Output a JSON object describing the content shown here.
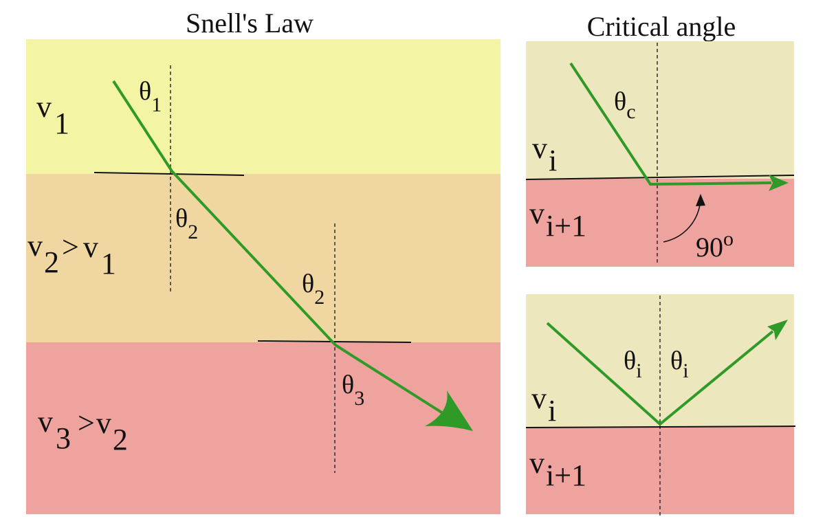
{
  "titles": {
    "left": "Snell's Law",
    "right": "Critical angle"
  },
  "left_panel": {
    "layer1": {
      "v": "v",
      "sub": "1"
    },
    "layer2": {
      "v": "v",
      "sub": "2",
      "rel": ">",
      "v2": "v",
      "sub2": "1"
    },
    "layer3": {
      "v": "v",
      "sub": "3",
      "rel": ">",
      "v2": "v",
      "sub2": "2"
    },
    "theta1": {
      "sym": "θ",
      "sub": "1"
    },
    "theta2a": {
      "sym": "θ",
      "sub": "2"
    },
    "theta2b": {
      "sym": "θ",
      "sub": "2"
    },
    "theta3": {
      "sym": "θ",
      "sub": "3"
    }
  },
  "critical_panel": {
    "upper": {
      "v": "v",
      "sub": "i"
    },
    "lower": {
      "v": "v",
      "sub": "i+1"
    },
    "theta_c": {
      "sym": "θ",
      "sub": "c"
    },
    "angle": {
      "value": "90",
      "sup": "o"
    }
  },
  "reflection_panel": {
    "upper": {
      "v": "v",
      "sub": "i"
    },
    "lower": {
      "v": "v",
      "sub": "i+1"
    },
    "theta_left": {
      "sym": "θ",
      "sub": "i"
    },
    "theta_right": {
      "sym": "θ",
      "sub": "i"
    }
  },
  "colors": {
    "layer_yellow": "#f4f5a4",
    "layer_tan": "#f0d7a1",
    "layer_pink": "#eea39e",
    "panel_beige": "#ede7bd",
    "ray_green": "#2f9a27"
  }
}
